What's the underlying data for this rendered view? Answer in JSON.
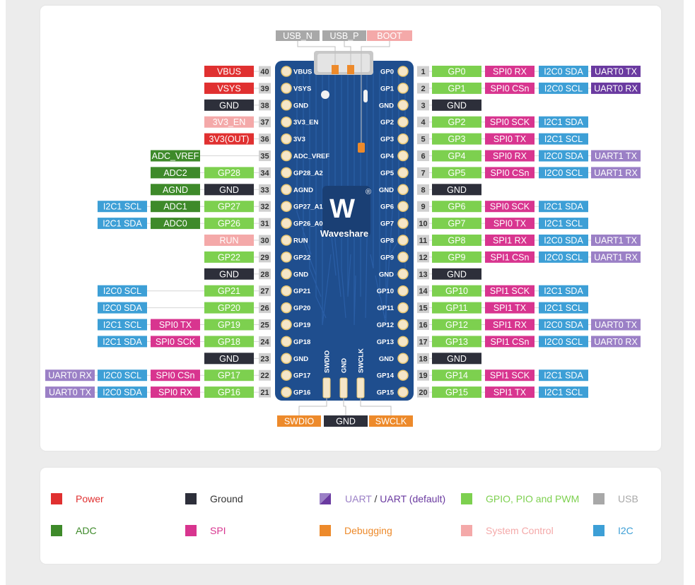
{
  "colors": {
    "power": "#e03030",
    "ground": "#2d2f3a",
    "uart": "#6a3aa0",
    "uart_alt": "#9b80c6",
    "gpio": "#7dd04f",
    "usb": "#a8a8a8",
    "adc": "#3e8a2a",
    "spi": "#d8358f",
    "debug": "#ed8a2b",
    "sysctl": "#f4a9a9",
    "i2c": "#3d9fd6",
    "pin_num": "#d0d0d0",
    "board": "#1f4e8e"
  },
  "board": {
    "logo_text": "Waveshare",
    "logo_mark": "W",
    "registered_mark": "®",
    "left_pads": [
      "VBUS",
      "VSYS",
      "GND",
      "3V3_EN",
      "3V3",
      "ADC_VREF",
      "GP28_A2",
      "AGND",
      "GP27_A1",
      "GP26_A0",
      "RUN",
      "GP22",
      "GND",
      "GP21",
      "GP20",
      "GP19",
      "GP18",
      "GND",
      "GP17",
      "GP16"
    ],
    "right_pads": [
      "GP0",
      "GP1",
      "GND",
      "GP2",
      "GP3",
      "GP4",
      "GP5",
      "GND",
      "GP6",
      "GP7",
      "GP8",
      "GP9",
      "GND",
      "GP10",
      "GP11",
      "GP12",
      "GP13",
      "GND",
      "GP14",
      "GP15"
    ],
    "bottom_pads": [
      "SWDIO",
      "GND",
      "SWCLK"
    ]
  },
  "top_labels": [
    {
      "text": "USB_N",
      "c": "usb"
    },
    {
      "text": "USB_P",
      "c": "usb"
    },
    {
      "text": "BOOT",
      "c": "sysctl"
    }
  ],
  "bottom_labels": [
    {
      "text": "SWDIO",
      "c": "debug"
    },
    {
      "text": "GND",
      "c": "ground"
    },
    {
      "text": "SWCLK",
      "c": "debug"
    }
  ],
  "left_pins": [
    {
      "num": "40",
      "labels": [
        {
          "text": "VBUS",
          "c": "power",
          "col": 0
        }
      ]
    },
    {
      "num": "39",
      "labels": [
        {
          "text": "VSYS",
          "c": "power",
          "col": 0
        }
      ]
    },
    {
      "num": "38",
      "labels": [
        {
          "text": "GND",
          "c": "ground",
          "col": 0
        }
      ]
    },
    {
      "num": "37",
      "labels": [
        {
          "text": "3V3_EN",
          "c": "sysctl",
          "col": 0
        }
      ]
    },
    {
      "num": "36",
      "labels": [
        {
          "text": "3V3(OUT)",
          "c": "power",
          "col": 0
        }
      ]
    },
    {
      "num": "35",
      "labels": [
        {
          "text": "ADC_VREF",
          "c": "adc",
          "col": 1
        }
      ]
    },
    {
      "num": "34",
      "labels": [
        {
          "text": "GP28",
          "c": "gpio",
          "col": 0
        },
        {
          "text": "ADC2",
          "c": "adc",
          "col": 1
        }
      ]
    },
    {
      "num": "33",
      "labels": [
        {
          "text": "GND",
          "c": "ground",
          "col": 0
        },
        {
          "text": "AGND",
          "c": "adc",
          "col": 1
        }
      ]
    },
    {
      "num": "32",
      "labels": [
        {
          "text": "GP27",
          "c": "gpio",
          "col": 0
        },
        {
          "text": "ADC1",
          "c": "adc",
          "col": 1
        },
        {
          "text": "I2C1 SCL",
          "c": "i2c",
          "col": 2
        }
      ]
    },
    {
      "num": "31",
      "labels": [
        {
          "text": "GP26",
          "c": "gpio",
          "col": 0
        },
        {
          "text": "ADC0",
          "c": "adc",
          "col": 1
        },
        {
          "text": "I2C1 SDA",
          "c": "i2c",
          "col": 2
        }
      ]
    },
    {
      "num": "30",
      "labels": [
        {
          "text": "RUN",
          "c": "sysctl",
          "col": 0
        }
      ]
    },
    {
      "num": "29",
      "labels": [
        {
          "text": "GP22",
          "c": "gpio",
          "col": 0
        }
      ]
    },
    {
      "num": "28",
      "labels": [
        {
          "text": "GND",
          "c": "ground",
          "col": 0
        }
      ]
    },
    {
      "num": "27",
      "labels": [
        {
          "text": "GP21",
          "c": "gpio",
          "col": 0
        },
        {
          "text": "I2C0 SCL",
          "c": "i2c",
          "col": 2
        }
      ]
    },
    {
      "num": "26",
      "labels": [
        {
          "text": "GP20",
          "c": "gpio",
          "col": 0
        },
        {
          "text": "I2C0 SDA",
          "c": "i2c",
          "col": 2
        }
      ]
    },
    {
      "num": "25",
      "labels": [
        {
          "text": "GP19",
          "c": "gpio",
          "col": 0
        },
        {
          "text": "SPI0 TX",
          "c": "spi",
          "col": 1
        },
        {
          "text": "I2C1 SCL",
          "c": "i2c",
          "col": 2
        }
      ]
    },
    {
      "num": "24",
      "labels": [
        {
          "text": "GP18",
          "c": "gpio",
          "col": 0
        },
        {
          "text": "SPI0 SCK",
          "c": "spi",
          "col": 1
        },
        {
          "text": "I2C1 SDA",
          "c": "i2c",
          "col": 2
        }
      ]
    },
    {
      "num": "23",
      "labels": [
        {
          "text": "GND",
          "c": "ground",
          "col": 0
        }
      ]
    },
    {
      "num": "22",
      "labels": [
        {
          "text": "GP17",
          "c": "gpio",
          "col": 0
        },
        {
          "text": "SPI0 CSn",
          "c": "spi",
          "col": 1
        },
        {
          "text": "I2C0 SCL",
          "c": "i2c",
          "col": 2
        },
        {
          "text": "UART0 RX",
          "c": "uart_alt",
          "col": 3
        }
      ]
    },
    {
      "num": "21",
      "labels": [
        {
          "text": "GP16",
          "c": "gpio",
          "col": 0
        },
        {
          "text": "SPI0 RX",
          "c": "spi",
          "col": 1
        },
        {
          "text": "I2C0 SDA",
          "c": "i2c",
          "col": 2
        },
        {
          "text": "UART0 TX",
          "c": "uart_alt",
          "col": 3
        }
      ]
    }
  ],
  "right_pins": [
    {
      "num": "1",
      "labels": [
        {
          "text": "GP0",
          "c": "gpio",
          "col": 0
        },
        {
          "text": "SPI0 RX",
          "c": "spi",
          "col": 1
        },
        {
          "text": "I2C0 SDA",
          "c": "i2c",
          "col": 2
        },
        {
          "text": "UART0 TX",
          "c": "uart",
          "col": 3
        }
      ]
    },
    {
      "num": "2",
      "labels": [
        {
          "text": "GP1",
          "c": "gpio",
          "col": 0
        },
        {
          "text": "SPI0 CSn",
          "c": "spi",
          "col": 1
        },
        {
          "text": "I2C0 SCL",
          "c": "i2c",
          "col": 2
        },
        {
          "text": "UART0 RX",
          "c": "uart",
          "col": 3
        }
      ]
    },
    {
      "num": "3",
      "labels": [
        {
          "text": "GND",
          "c": "ground",
          "col": 0
        }
      ]
    },
    {
      "num": "4",
      "labels": [
        {
          "text": "GP2",
          "c": "gpio",
          "col": 0
        },
        {
          "text": "SPI0 SCK",
          "c": "spi",
          "col": 1
        },
        {
          "text": "I2C1 SDA",
          "c": "i2c",
          "col": 2
        }
      ]
    },
    {
      "num": "5",
      "labels": [
        {
          "text": "GP3",
          "c": "gpio",
          "col": 0
        },
        {
          "text": "SPI0 TX",
          "c": "spi",
          "col": 1
        },
        {
          "text": "I2C1 SCL",
          "c": "i2c",
          "col": 2
        }
      ]
    },
    {
      "num": "6",
      "labels": [
        {
          "text": "GP4",
          "c": "gpio",
          "col": 0
        },
        {
          "text": "SPI0 RX",
          "c": "spi",
          "col": 1
        },
        {
          "text": "I2C0 SDA",
          "c": "i2c",
          "col": 2
        },
        {
          "text": "UART1 TX",
          "c": "uart_alt",
          "col": 3
        }
      ]
    },
    {
      "num": "7",
      "labels": [
        {
          "text": "GP5",
          "c": "gpio",
          "col": 0
        },
        {
          "text": "SPI0 CSn",
          "c": "spi",
          "col": 1
        },
        {
          "text": "I2C0 SCL",
          "c": "i2c",
          "col": 2
        },
        {
          "text": "UART1 RX",
          "c": "uart_alt",
          "col": 3
        }
      ]
    },
    {
      "num": "8",
      "labels": [
        {
          "text": "GND",
          "c": "ground",
          "col": 0
        }
      ]
    },
    {
      "num": "9",
      "labels": [
        {
          "text": "GP6",
          "c": "gpio",
          "col": 0
        },
        {
          "text": "SPI0 SCK",
          "c": "spi",
          "col": 1
        },
        {
          "text": "I2C1 SDA",
          "c": "i2c",
          "col": 2
        }
      ]
    },
    {
      "num": "10",
      "labels": [
        {
          "text": "GP7",
          "c": "gpio",
          "col": 0
        },
        {
          "text": "SPI0 TX",
          "c": "spi",
          "col": 1
        },
        {
          "text": "I2C1 SCL",
          "c": "i2c",
          "col": 2
        }
      ]
    },
    {
      "num": "11",
      "labels": [
        {
          "text": "GP8",
          "c": "gpio",
          "col": 0
        },
        {
          "text": "SPI1 RX",
          "c": "spi",
          "col": 1
        },
        {
          "text": "I2C0 SDA",
          "c": "i2c",
          "col": 2
        },
        {
          "text": "UART1 TX",
          "c": "uart_alt",
          "col": 3
        }
      ]
    },
    {
      "num": "12",
      "labels": [
        {
          "text": "GP9",
          "c": "gpio",
          "col": 0
        },
        {
          "text": "SPI1 CSn",
          "c": "spi",
          "col": 1
        },
        {
          "text": "I2C0 SCL",
          "c": "i2c",
          "col": 2
        },
        {
          "text": "UART1 RX",
          "c": "uart_alt",
          "col": 3
        }
      ]
    },
    {
      "num": "13",
      "labels": [
        {
          "text": "GND",
          "c": "ground",
          "col": 0
        }
      ]
    },
    {
      "num": "14",
      "labels": [
        {
          "text": "GP10",
          "c": "gpio",
          "col": 0
        },
        {
          "text": "SPI1 SCK",
          "c": "spi",
          "col": 1
        },
        {
          "text": "I2C1 SDA",
          "c": "i2c",
          "col": 2
        }
      ]
    },
    {
      "num": "15",
      "labels": [
        {
          "text": "GP11",
          "c": "gpio",
          "col": 0
        },
        {
          "text": "SPI1 TX",
          "c": "spi",
          "col": 1
        },
        {
          "text": "I2C1 SCL",
          "c": "i2c",
          "col": 2
        }
      ]
    },
    {
      "num": "16",
      "labels": [
        {
          "text": "GP12",
          "c": "gpio",
          "col": 0
        },
        {
          "text": "SPI1 RX",
          "c": "spi",
          "col": 1
        },
        {
          "text": "I2C0 SDA",
          "c": "i2c",
          "col": 2
        },
        {
          "text": "UART0 TX",
          "c": "uart_alt",
          "col": 3
        }
      ]
    },
    {
      "num": "17",
      "labels": [
        {
          "text": "GP13",
          "c": "gpio",
          "col": 0
        },
        {
          "text": "SPI1 CSn",
          "c": "spi",
          "col": 1
        },
        {
          "text": "I2C0 SCL",
          "c": "i2c",
          "col": 2
        },
        {
          "text": "UART0 RX",
          "c": "uart_alt",
          "col": 3
        }
      ]
    },
    {
      "num": "18",
      "labels": [
        {
          "text": "GND",
          "c": "ground",
          "col": 0
        }
      ]
    },
    {
      "num": "19",
      "labels": [
        {
          "text": "GP14",
          "c": "gpio",
          "col": 0
        },
        {
          "text": "SPI1 SCK",
          "c": "spi",
          "col": 1
        },
        {
          "text": "I2C1 SDA",
          "c": "i2c",
          "col": 2
        }
      ]
    },
    {
      "num": "20",
      "labels": [
        {
          "text": "GP15",
          "c": "gpio",
          "col": 0
        },
        {
          "text": "SPI1 TX",
          "c": "spi",
          "col": 1
        },
        {
          "text": "I2C1 SCL",
          "c": "i2c",
          "col": 2
        }
      ]
    }
  ],
  "legend": [
    {
      "text": "Power",
      "c": "power"
    },
    {
      "text": "Ground",
      "c": "ground"
    },
    {
      "text": "UART",
      "text2": " / ",
      "text3": "UART (default)",
      "c": "uart",
      "split": true
    },
    {
      "text": "GPIO, PIO and PWM",
      "c": "gpio"
    },
    {
      "text": "USB",
      "c": "usb"
    },
    {
      "text": "ADC",
      "c": "adc"
    },
    {
      "text": "SPI",
      "c": "spi"
    },
    {
      "text": "Debugging",
      "c": "debug"
    },
    {
      "text": "System Control",
      "c": "sysctl"
    },
    {
      "text": "I2C",
      "c": "i2c"
    }
  ]
}
